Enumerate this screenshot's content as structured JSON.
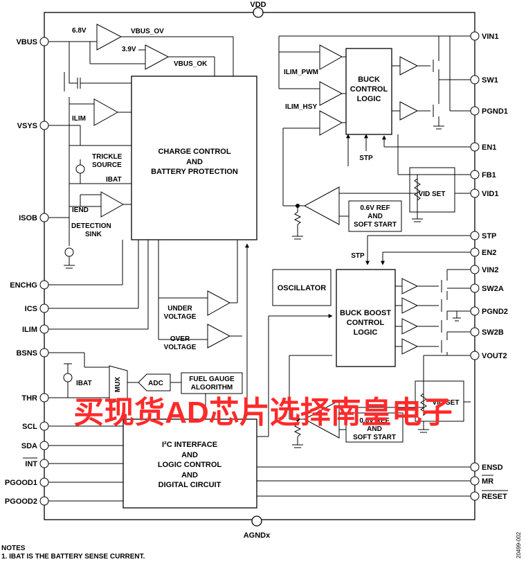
{
  "title_pin": "VDD",
  "ground_pin": "AGNDx",
  "left_pins": [
    "VBUS",
    "VSYS",
    "ISOB",
    "ENCHG",
    "ICS",
    "ILIM",
    "BSNS",
    "THR",
    "SCL",
    "SDA",
    "INT",
    "PGOOD1",
    "PGOOD2"
  ],
  "right_pins": [
    "VIN1",
    "SW1",
    "PGND1",
    "EN1",
    "FB1",
    "VID1",
    "STP",
    "EN2",
    "VIN2",
    "SW2A",
    "PGND2",
    "SW2B",
    "VOUT2",
    "ENSD",
    "MR",
    "RESET"
  ],
  "blocks": {
    "charge_control": [
      "CHARGE CONTROL",
      "AND",
      "BATTERY PROTECTION"
    ],
    "buck_control": [
      "BUCK",
      "CONTROL",
      "LOGIC"
    ],
    "buck_boost_control": [
      "BUCK BOOST",
      "CONTROL",
      "LOGIC"
    ],
    "oscillator": "OSCILLATOR",
    "i2c_interface": [
      "I²C INTERFACE",
      "AND",
      "LOGIC CONTROL",
      "AND",
      "DIGITAL CIRCUIT"
    ],
    "adc": "ADC",
    "mux": "MUX",
    "fuel_gauge": [
      "FUEL GAUGE",
      "ALGORITHM"
    ],
    "vid_set_1": "VID SET",
    "vid_set_2": "VID SET",
    "ref_1": [
      "0.6V REF",
      "AND",
      "SOFT START"
    ],
    "ref_2": [
      "0.6V REF",
      "AND",
      "SOFT START"
    ]
  },
  "labels": {
    "v68": "6.8V",
    "v39": "3.9V",
    "vbus_ov": "VBUS_OV",
    "vbus_ok": "VBUS_OK",
    "ilim": "ILIM",
    "trickle_source": [
      "TRICKLE",
      "SOURCE"
    ],
    "ibat": "IBAT",
    "iend": "IEND",
    "detection_sink": [
      "DETECTION",
      "SINK"
    ],
    "under_voltage": [
      "UNDER",
      "VOLTAGE"
    ],
    "over_voltage": [
      "OVER",
      "VOLTAGE"
    ],
    "ibat_mux": "IBAT",
    "ilim_pwm": "ILIM_PWM",
    "ilim_hsy": "ILIM_HSY",
    "stp_1": "STP",
    "stp_2": "STP"
  },
  "notes": [
    "NOTES",
    "1. IBAT IS THE BATTERY SENSE CURRENT."
  ],
  "figure_id": "20499-002",
  "watermark": "买现货AD芯片选择南皇电子"
}
